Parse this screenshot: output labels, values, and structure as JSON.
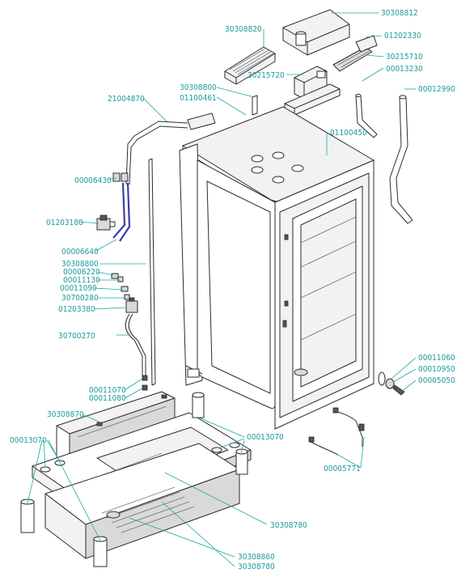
{
  "colors": {
    "label": "#1a9a9a",
    "leader": "#1aa6a6",
    "line": "#2b2b2b",
    "hose": "#3b3fa8"
  },
  "labels": {
    "p30308812": "30308812",
    "p30308820": "30308820",
    "p01202330": "01202330",
    "p30215710": "30215710",
    "p00013230": "00013230",
    "p30215720": "30215720",
    "p30308800": "30308800",
    "p01100461": "01100461",
    "p00012990": "00012990",
    "p21004870": "21004870",
    "p01100450": "01100450",
    "p00006430": "00006430",
    "p01203180": "01203180",
    "p00006640": "00006640",
    "p30308800b": "30308800",
    "p00006220": "00006220",
    "p00011130": "00011130",
    "p00011090": "00011090",
    "p30700280": "30700280",
    "p01203380": "01203380",
    "p30700270": "30700270",
    "p00011060": "00011060",
    "p00010950": "00010950",
    "p00005050": "00005050",
    "p00011070": "00011070",
    "p00011080": "00011080",
    "p30308870": "30308870",
    "p00013070a": "00013070",
    "p00013070b": "00013070",
    "p00005771": "00005771",
    "p30308780": "30308780",
    "p30308860": "30308860",
    "p30308780b": "30308780"
  }
}
